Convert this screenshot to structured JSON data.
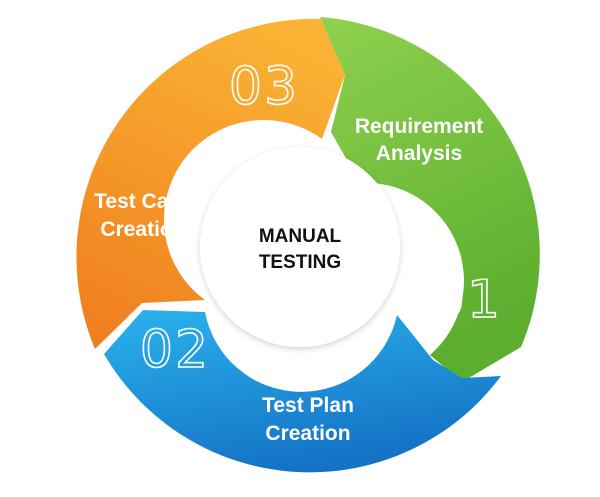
{
  "center": {
    "line1": "MANUAL",
    "line2": "TESTING"
  },
  "stages": [
    {
      "number": "01",
      "title_line1": "Requirement",
      "title_line2": "Analysis",
      "color_light": "#8fd14f",
      "color_dark": "#5cae2e"
    },
    {
      "number": "02",
      "title_line1": "Test Plan",
      "title_line2": "Creation",
      "color_light": "#2bb3ec",
      "color_dark": "#1473c6"
    },
    {
      "number": "03",
      "title_line1": "Test Case",
      "title_line2": "Creation",
      "color_light": "#f9b233",
      "color_dark": "#f07f1f"
    }
  ]
}
